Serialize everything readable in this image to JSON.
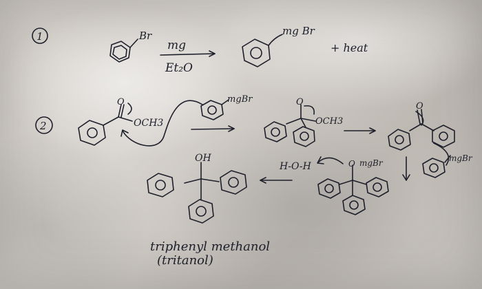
{
  "step1": {
    "number": "1",
    "substituent_start": "Br",
    "reagent": "mg",
    "solvent": "Et₂O",
    "product_group": "mg Br",
    "note": "+ heat"
  },
  "step2": {
    "number": "2",
    "ester_carbonyl": "O",
    "ester_group": "OCH3",
    "grignard_group": "mgBr",
    "intermediate_oxyanion": "O",
    "intermediate_leaving": "OCH3",
    "ketone_carbonyl": "O",
    "grignard_group_2": "mgBr",
    "alkoxide_label": "mgBr",
    "workup": "H-O-H",
    "product_oh": "OH",
    "product_name": "triphenyl methanol",
    "product_alt_name": "(tritanol)"
  }
}
